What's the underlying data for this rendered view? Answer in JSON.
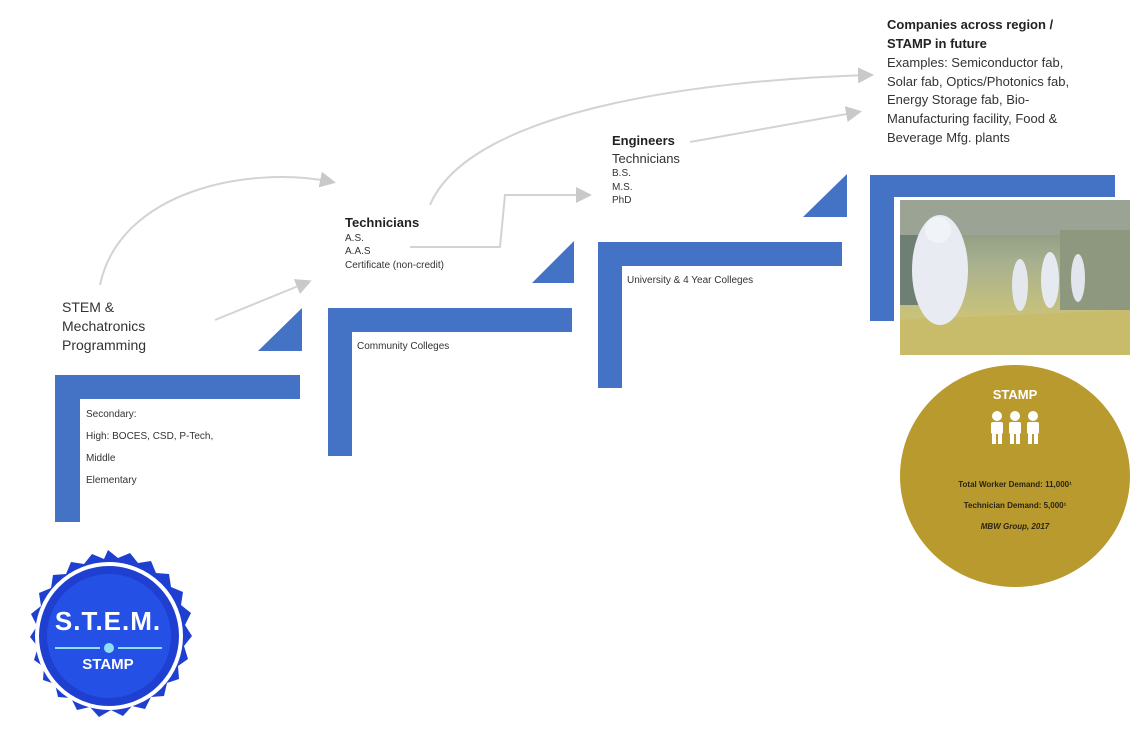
{
  "top_cut_text": "",
  "stages": {
    "secondary": {
      "heading_lines": [
        "STEM &",
        "Mechatronics",
        "Programming"
      ],
      "box_lines": [
        "Secondary:",
        "High: BOCES, CSD, P-Tech,",
        "Middle",
        "Elementary"
      ]
    },
    "community": {
      "title": "Technicians",
      "lines": [
        "A.S.",
        "A.A.S",
        "Certificate (non-credit)"
      ],
      "box_label": "Community Colleges"
    },
    "university": {
      "title": "Engineers",
      "subtitle": "Technicians",
      "lines": [
        "B.S.",
        "M.S.",
        "PhD"
      ],
      "box_label": "University & 4 Year  Colleges"
    },
    "industry": {
      "title_lines": [
        "Companies across region /",
        "STAMP in future"
      ],
      "desc_lines": [
        "Examples: Semiconductor fab,",
        "Solar fab, Optics/Photonics fab,",
        "Energy Storage fab, Bio-",
        "Manufacturing facility, Food &",
        "Beverage Mfg. plants"
      ]
    }
  },
  "stamp_circle": {
    "title": "STAMP",
    "icon": "people-icon",
    "lines": [
      "Total Worker Demand: 11,000¹",
      "Technician Demand: 5,000¹",
      "MBW Group, 2017"
    ]
  },
  "seal": {
    "acronym": "S.T.E.M.",
    "name": "STAMP"
  },
  "colors": {
    "step_blue": "#4472c4",
    "gold": "#b89a2f",
    "seal_blue": "#1f3fd1"
  }
}
